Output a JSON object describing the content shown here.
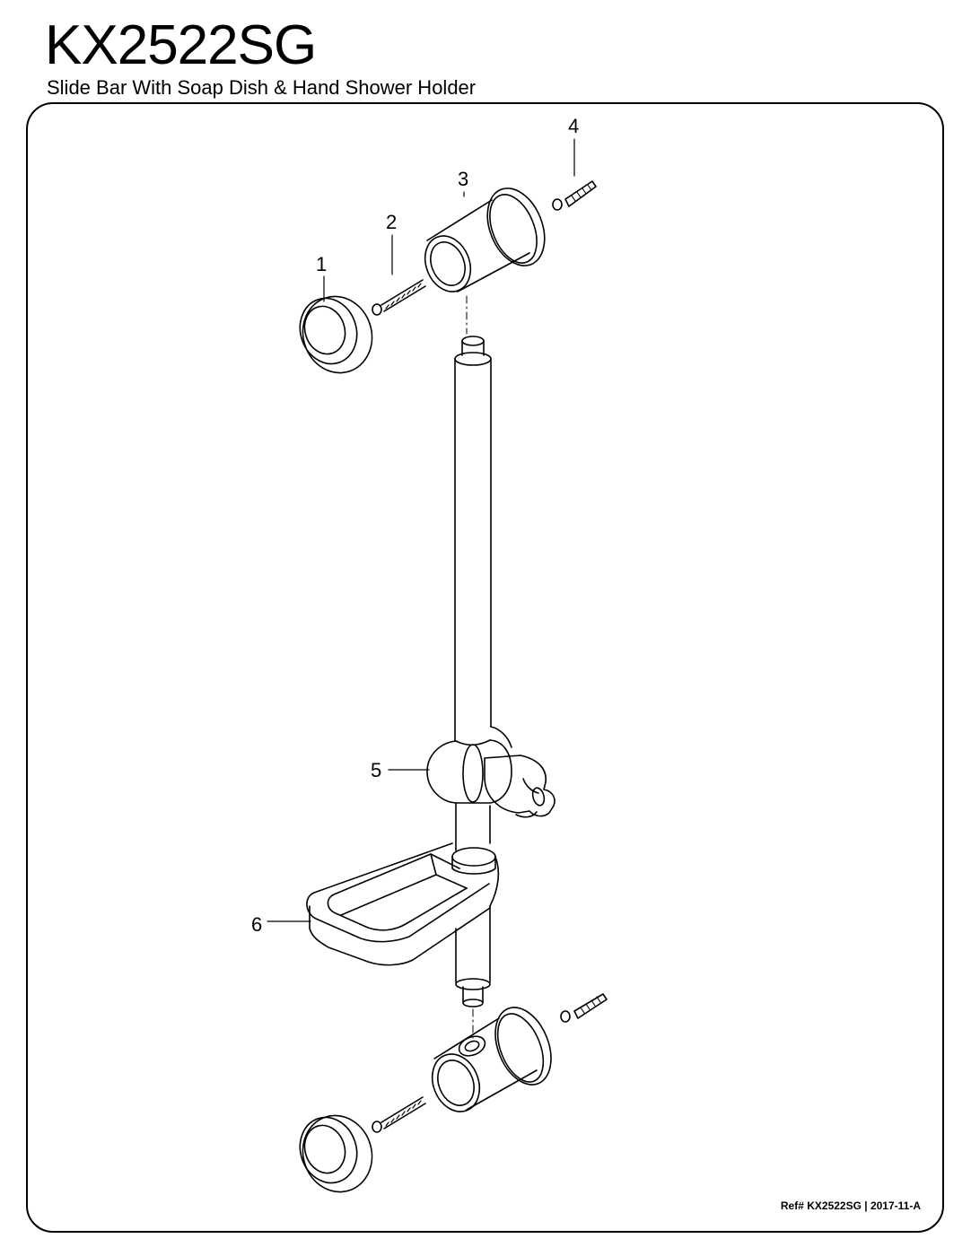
{
  "header": {
    "model": "KX2522SG",
    "subtitle": "Slide Bar With Soap Dish & Hand Shower Holder"
  },
  "diagram": {
    "part_labels": [
      "1",
      "2",
      "3",
      "4",
      "5",
      "6"
    ]
  },
  "footer": {
    "ref": "Ref# KX2522SG | 2017-11-A"
  }
}
